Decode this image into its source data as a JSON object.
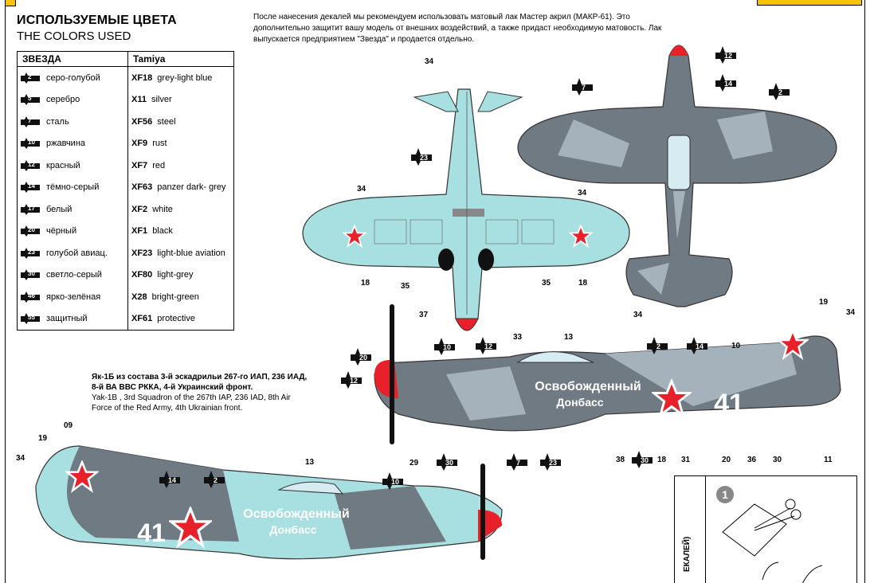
{
  "header": {
    "title_ru": "ИСПОЛЬЗУЕМЫЕ ЦВЕТА",
    "title_en": "THE COLORS USED",
    "note": "После нанесения декалей мы рекомендуем использовать матовый лак Мастер акрил (МАКР-61). Это дополнительно защитит вашу модель от внешних воздействий, а также придаст необходимую матовость. Лак выпускается предприятием \"Звезда\" и продается отдельно."
  },
  "colors_table": {
    "col1": "ЗВЕЗДА",
    "col2": "Tamiya",
    "rows": [
      {
        "num": "2",
        "ru": "серо-голубой",
        "code": "XF18",
        "name": "grey-light blue"
      },
      {
        "num": "5",
        "ru": "серебро",
        "code": "X11",
        "name": "silver"
      },
      {
        "num": "7",
        "ru": "сталь",
        "code": "XF56",
        "name": "steel"
      },
      {
        "num": "10",
        "ru": "ржавчина",
        "code": "XF9",
        "name": "rust"
      },
      {
        "num": "12",
        "ru": "красный",
        "code": "XF7",
        "name": "red"
      },
      {
        "num": "14",
        "ru": "тёмно-серый",
        "code": "XF63",
        "name": "panzer dark- grey"
      },
      {
        "num": "17",
        "ru": "белый",
        "code": "XF2",
        "name": "white"
      },
      {
        "num": "20",
        "ru": "чёрный",
        "code": "XF1",
        "name": "black"
      },
      {
        "num": "23",
        "ru": "голубой авиац.",
        "code": "XF23",
        "name": "light-blue aviation"
      },
      {
        "num": "30",
        "ru": "светло-серый",
        "code": "XF80",
        "name": "light-grey"
      },
      {
        "num": "46",
        "ru": "ярко-зелёная",
        "code": "X28",
        "name": "bright-green"
      },
      {
        "num": "55",
        "ru": "защитный",
        "code": "XF61",
        "name": "protective"
      }
    ]
  },
  "caption": {
    "line1": "Як-1Б из состава 3-й эскадрильи 267-го ИАП, 236 ИАД,",
    "line2": "8-й ВА ВВС РККА, 4-й Украинский фронт.",
    "line3": "Yak-1B , 3rd Squadron of the 267th IAP, 236 IAD, 8th Air",
    "line4": "Force of the Red Army,   4th Ukrainian front."
  },
  "aircraft": {
    "nose_text_1": "Освобожденный",
    "nose_text_2": "Донбасс",
    "tail_number": "41"
  },
  "callouts": {
    "c34": "34",
    "c23": "23",
    "c18": "18",
    "c35": "35",
    "c37": "37",
    "c12": "12",
    "c14": "14",
    "c7": "7",
    "c2": "2",
    "c19": "19",
    "c10": "10",
    "c13": "13",
    "c33": "33",
    "c20": "20",
    "c29": "29",
    "c30": "30",
    "c38": "38",
    "c31": "31",
    "c36": "36",
    "c11": "11",
    "c09": "09"
  },
  "instruction": {
    "step": "1",
    "side_label": "ЕКАЛЕЙ)"
  },
  "palette": {
    "light_blue": "#a8dfe0",
    "dark_grey": "#6f7a83",
    "red": "#e8202a",
    "badge": "#111111"
  }
}
